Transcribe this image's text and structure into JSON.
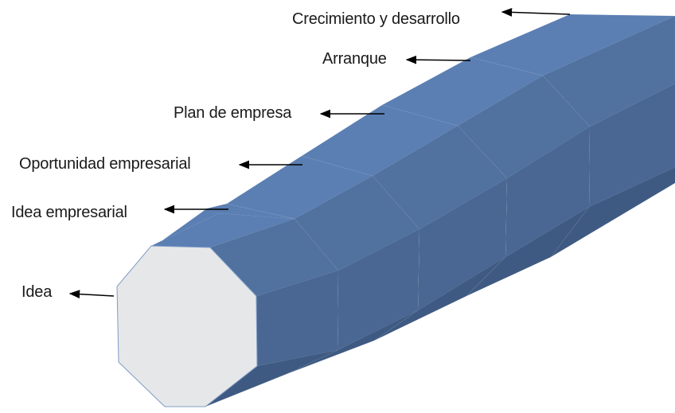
{
  "stages": [
    {
      "id": "idea",
      "label": "Idea"
    },
    {
      "id": "idea-empresarial",
      "label": "Idea empresarial"
    },
    {
      "id": "oportunidad-empresarial",
      "label": "Oportunidad empresarial"
    },
    {
      "id": "plan-de-empresa",
      "label": "Plan de empresa"
    },
    {
      "id": "arranque",
      "label": "Arranque"
    },
    {
      "id": "crecimiento-y-desarrollo",
      "label": "Crecimiento y desarrollo"
    }
  ],
  "colors": {
    "prism_top": "#5b7fb3",
    "prism_upper": "#51719f",
    "prism_side": "#4a6793",
    "prism_lower": "#3f5a82",
    "face": "#e6e7e8",
    "outline": "#7f9cc6",
    "arrow": "#000000",
    "text": "#1a1a1a"
  }
}
